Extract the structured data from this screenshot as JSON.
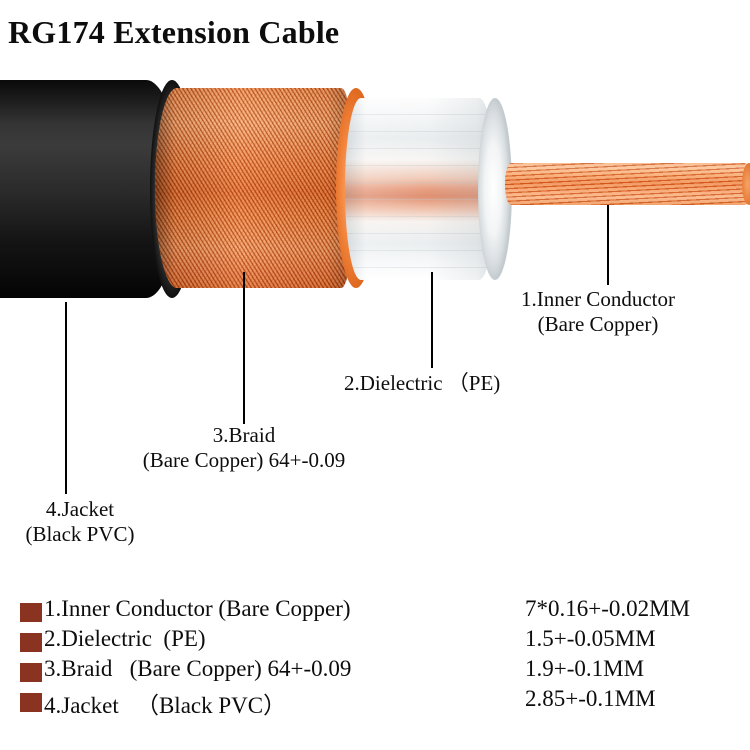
{
  "title": "RG174 Extension Cable",
  "figure": {
    "alt_name": "rg174-coaxial-cable-cutaway",
    "layers": [
      {
        "name": "jacket",
        "material": "Black PVC",
        "color": "#0d0d0d"
      },
      {
        "name": "braid",
        "material": "Bare Copper",
        "color": "#ef8540"
      },
      {
        "name": "dielectric",
        "material": "PE",
        "color": "#f2f4f5"
      },
      {
        "name": "inner-conductor",
        "material": "Bare Copper",
        "color": "#ef8540"
      }
    ]
  },
  "callouts": [
    {
      "id": "inner-conductor",
      "line1": "1.Inner Conductor",
      "line2": "(Bare Copper)"
    },
    {
      "id": "dielectric",
      "line1": "2.Dielectric （PE)",
      "line2": ""
    },
    {
      "id": "braid",
      "line1": "3.Braid",
      "line2": "(Bare Copper) 64+-0.09"
    },
    {
      "id": "jacket",
      "line1": "4.Jacket",
      "line2": "(Black PVC)"
    }
  ],
  "legend": {
    "swatch_color": "#8a3320",
    "rows": [
      {
        "label": "1.Inner Conductor (Bare Copper)",
        "value": "7*0.16+-0.02MM"
      },
      {
        "label": "2.Dielectric  (PE)",
        "value": "1.5+-0.05MM"
      },
      {
        "label": "3.Braid   (Bare Copper) 64+-0.09",
        "value": "1.9+-0.1MM"
      },
      {
        "label": "4.Jacket   （Black PVC）",
        "value": "2.85+-0.1MM"
      }
    ]
  }
}
